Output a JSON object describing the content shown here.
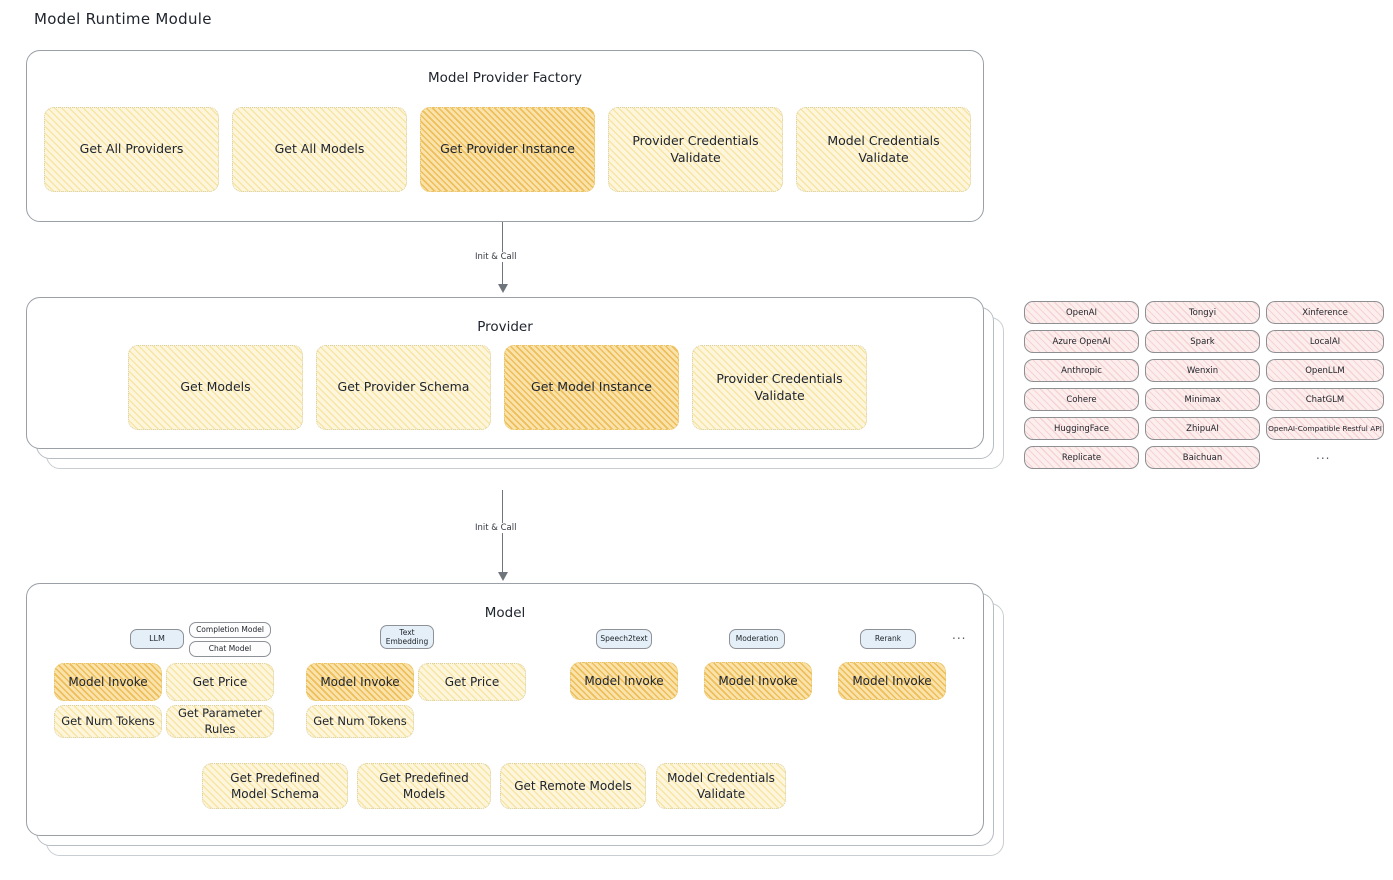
{
  "page": {
    "title": "Model Runtime Module"
  },
  "arrows": [
    {
      "label": "Init & Call"
    },
    {
      "label": "Init & Call"
    }
  ],
  "factory": {
    "title": "Model Provider Factory",
    "nodes": [
      {
        "label": "Get All Providers",
        "highlight": false
      },
      {
        "label": "Get All Models",
        "highlight": false
      },
      {
        "label": "Get Provider Instance",
        "highlight": true
      },
      {
        "label": "Provider Credentials Validate",
        "highlight": false
      },
      {
        "label": "Model Credentials Validate",
        "highlight": false
      }
    ]
  },
  "provider": {
    "title": "Provider",
    "nodes": [
      {
        "label": "Get Models",
        "highlight": false
      },
      {
        "label": "Get Provider Schema",
        "highlight": false
      },
      {
        "label": "Get Model Instance",
        "highlight": true
      },
      {
        "label": "Provider Credentials Validate",
        "highlight": false
      }
    ]
  },
  "provider_list": {
    "columns": [
      [
        "OpenAI",
        "Azure OpenAI",
        "Anthropic",
        "Cohere",
        "HuggingFace",
        "Replicate"
      ],
      [
        "Tongyi",
        "Spark",
        "Wenxin",
        "Minimax",
        "ZhipuAI",
        "Baichuan"
      ],
      [
        "Xinference",
        "LocalAI",
        "OpenLLM",
        "ChatGLM",
        "OpenAI-Compatible Restful API"
      ]
    ],
    "more": "..."
  },
  "model": {
    "title": "Model",
    "more": "...",
    "types": [
      {
        "chip": "LLM",
        "sub_chips": [
          "Completion Model",
          "Chat Model"
        ],
        "nodes": [
          {
            "label": "Model Invoke",
            "highlight": true
          },
          {
            "label": "Get Price",
            "highlight": false
          },
          {
            "label": "Get Num Tokens",
            "highlight": false
          },
          {
            "label": "Get Parameter Rules",
            "highlight": false
          }
        ]
      },
      {
        "chip": "Text Embedding",
        "sub_chips": [],
        "nodes": [
          {
            "label": "Model Invoke",
            "highlight": true
          },
          {
            "label": "Get Price",
            "highlight": false
          },
          {
            "label": "Get Num Tokens",
            "highlight": false
          }
        ]
      },
      {
        "chip": "Speech2text",
        "sub_chips": [],
        "nodes": [
          {
            "label": "Model Invoke",
            "highlight": true
          }
        ]
      },
      {
        "chip": "Moderation",
        "sub_chips": [],
        "nodes": [
          {
            "label": "Model Invoke",
            "highlight": true
          }
        ]
      },
      {
        "chip": "Rerank",
        "sub_chips": [],
        "nodes": [
          {
            "label": "Model Invoke",
            "highlight": true
          }
        ]
      }
    ],
    "common_nodes": [
      {
        "label": "Get Predefined Model Schema"
      },
      {
        "label": "Get Predefined Models"
      },
      {
        "label": "Get Remote Models"
      },
      {
        "label": "Model Credentials Validate"
      }
    ]
  }
}
